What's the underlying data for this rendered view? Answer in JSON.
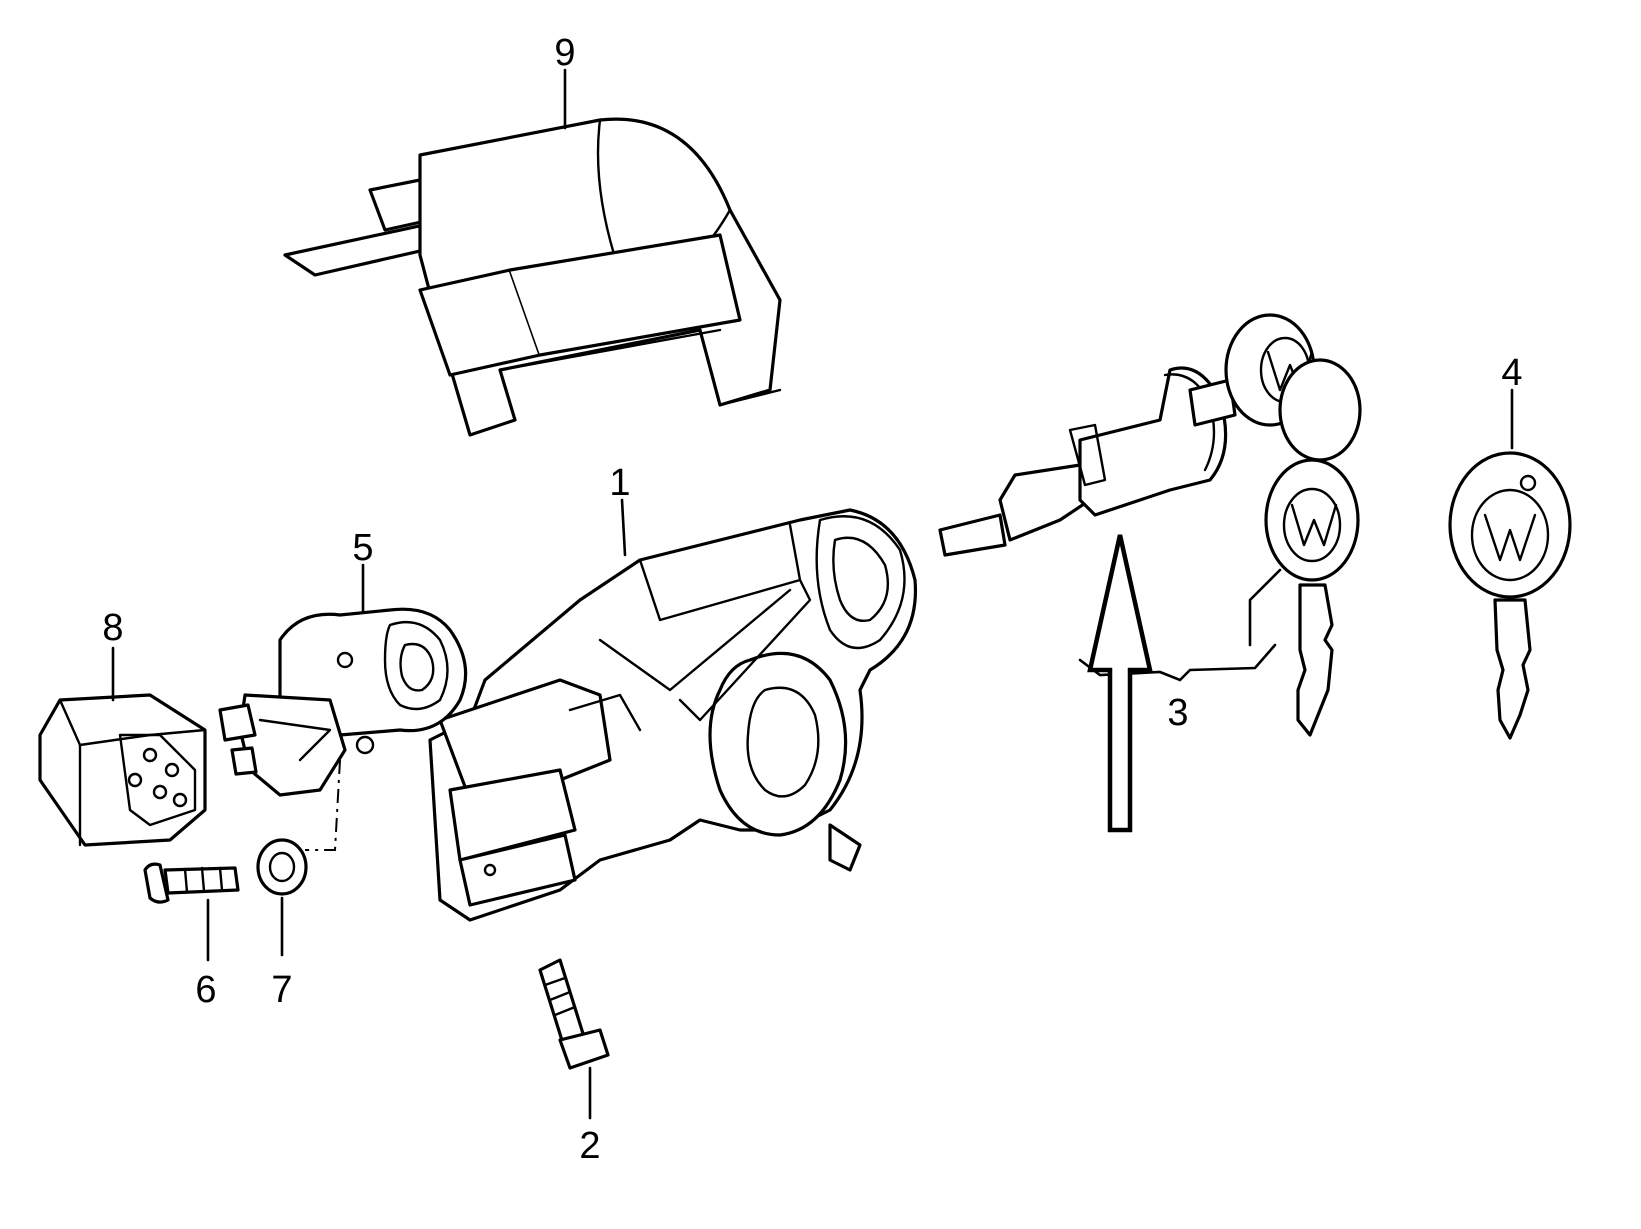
{
  "callouts": [
    {
      "id": "1",
      "text": "1"
    },
    {
      "id": "2",
      "text": "2"
    },
    {
      "id": "3",
      "text": "3"
    },
    {
      "id": "4",
      "text": "4"
    },
    {
      "id": "5",
      "text": "5"
    },
    {
      "id": "6",
      "text": "6"
    },
    {
      "id": "7",
      "text": "7"
    },
    {
      "id": "8",
      "text": "8"
    },
    {
      "id": "9",
      "text": "9"
    }
  ],
  "colors": {
    "line": "#000000",
    "background": "#ffffff"
  },
  "icons": {
    "key_badge": "vw-logo-icon",
    "pointer": "up-arrow-icon"
  }
}
